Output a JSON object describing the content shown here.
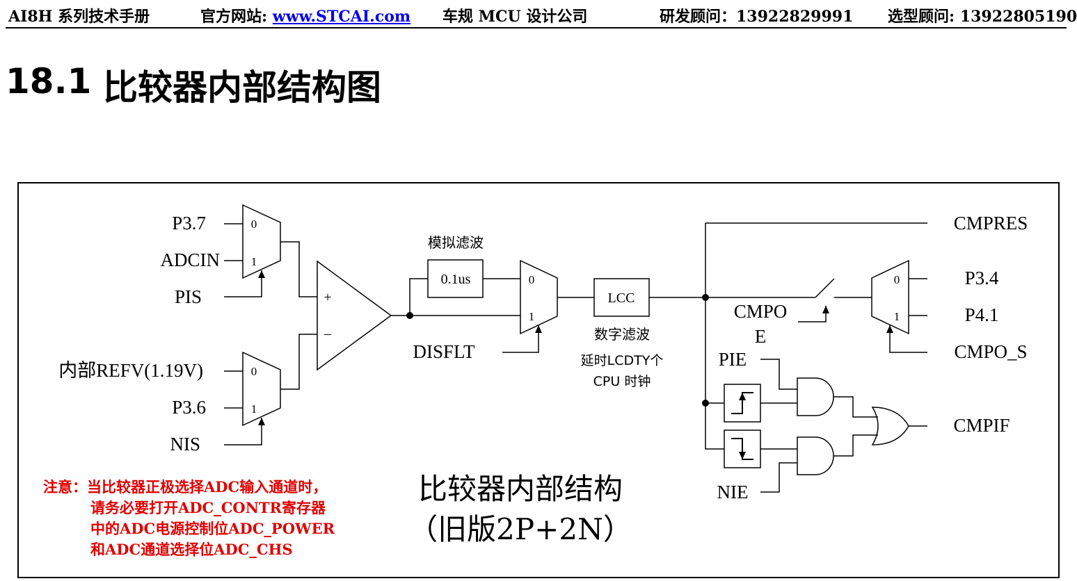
{
  "header": {
    "manual": "AI8H 系列技术手册",
    "site_label": "官方网站: ",
    "site_link": "www.STCAI.com",
    "company": "车规 MCU 设计公司",
    "rd_consultant": "研发顾问：13922829991",
    "selection_consultant": "选型顾问: 13922805190"
  },
  "section": {
    "number": "18.1",
    "title": "比较器内部结构图"
  },
  "diagram": {
    "inputs_pos": {
      "p37": "P3.7",
      "adcin": "ADCIN",
      "pis": "PIS"
    },
    "inputs_neg": {
      "refv": "内部REFV(1.19V)",
      "p36": "P3.6",
      "nis": "NIS"
    },
    "mux_bits": {
      "zero": "0",
      "one": "1"
    },
    "comparator": {
      "plus": "+",
      "minus": "–"
    },
    "analog_filter": {
      "label": "模拟滤波",
      "value": "0.1us"
    },
    "disflt": "DISFLT",
    "lcc": "LCC",
    "digital_filter": {
      "label": "数字滤波",
      "delay_line1": "延时LCDTY个",
      "delay_line2": "CPU 时钟"
    },
    "outputs": {
      "cmpres": "CMPRES",
      "p34": "P3.4",
      "p41": "P4.1",
      "cmpo_s": "CMPO_S",
      "cmpif": "CMPIF"
    },
    "cmpoe_line1": "CMPO",
    "cmpoe_line2": "E",
    "pie": "PIE",
    "nie": "NIE",
    "note": {
      "line1": "注意：当比较器正极选择ADC输入通道时，",
      "line2": "请务必要打开ADC_CONTR寄存器",
      "line3": "中的ADC电源控制位ADC_POWER",
      "line4": "和ADC通道选择位ADC_CHS",
      "color": "#e00000"
    },
    "caption_line1": "比较器内部结构",
    "caption_line2": "（旧版2P+2N）"
  }
}
